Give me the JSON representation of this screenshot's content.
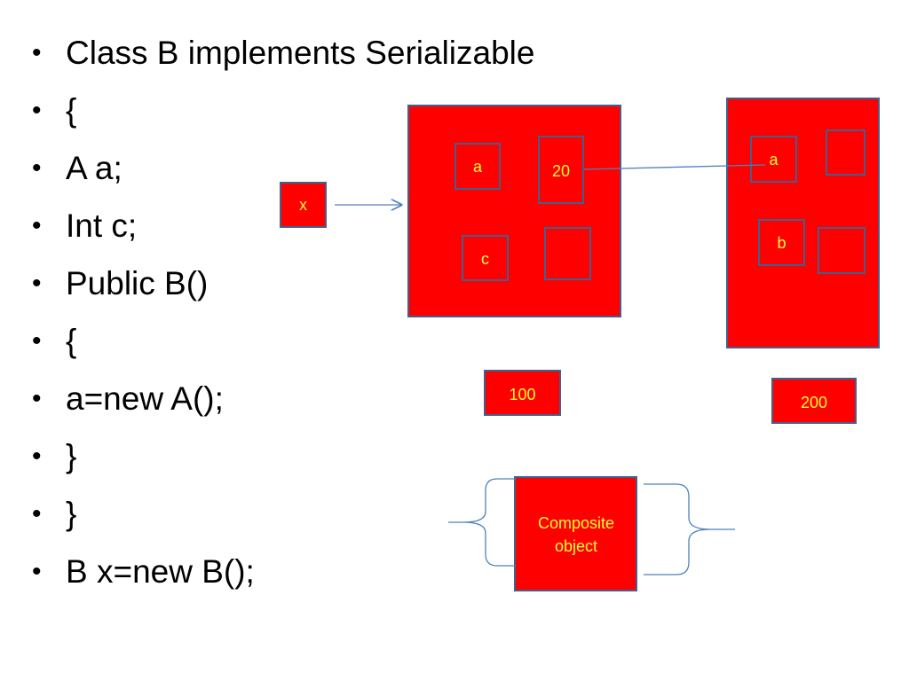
{
  "code_lines": [
    "Class B implements Serializable",
    "{",
    "A a;",
    "Int c;",
    "Public B()",
    "{",
    "a=new A();",
    "}",
    "}",
    "B x=new B();"
  ],
  "bullet_glyph": "•",
  "ref_x": "x",
  "object_b": {
    "field_a_value": "a",
    "field_20": "20",
    "field_c": "c",
    "address": "100"
  },
  "object_a": {
    "field_a": "a",
    "field_b": "b",
    "address": "200"
  },
  "composite_label": "Composite object",
  "colors": {
    "box_fill": "#ff0000",
    "box_border": "#41608f",
    "label_text": "#ffff33",
    "arrow": "#4f81bd"
  }
}
